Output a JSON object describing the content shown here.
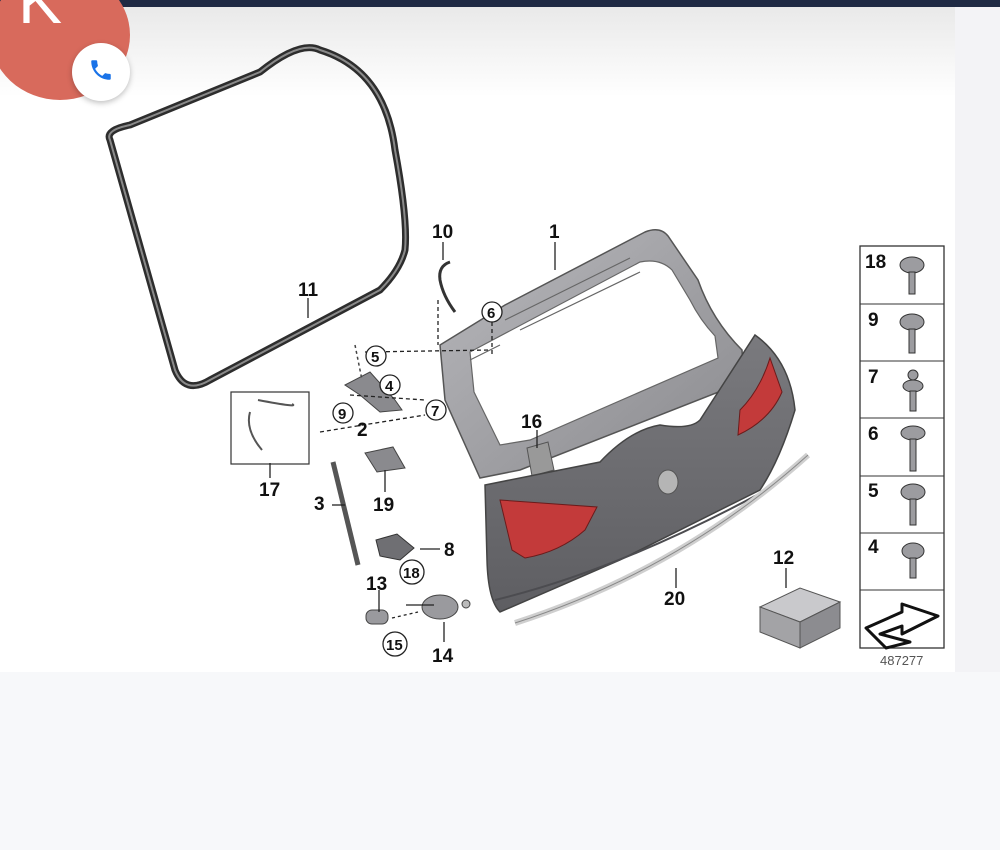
{
  "avatar": {
    "letter": "K"
  },
  "call_button": {
    "icon": "phone-icon"
  },
  "diagram": {
    "figure_id": "487277",
    "callouts": [
      "1",
      "2",
      "3",
      "4",
      "5",
      "6",
      "7",
      "8",
      "9",
      "10",
      "11",
      "12",
      "13",
      "14",
      "15",
      "16",
      "17",
      "18",
      "19",
      "20"
    ],
    "fastener_panel": [
      "18",
      "9",
      "7",
      "6",
      "5",
      "4"
    ]
  },
  "colors": {
    "part_gray": "#6d6d70",
    "light_red": "#c33a3a",
    "seal": "#2d2d2d",
    "bar": "#1f2a44"
  }
}
